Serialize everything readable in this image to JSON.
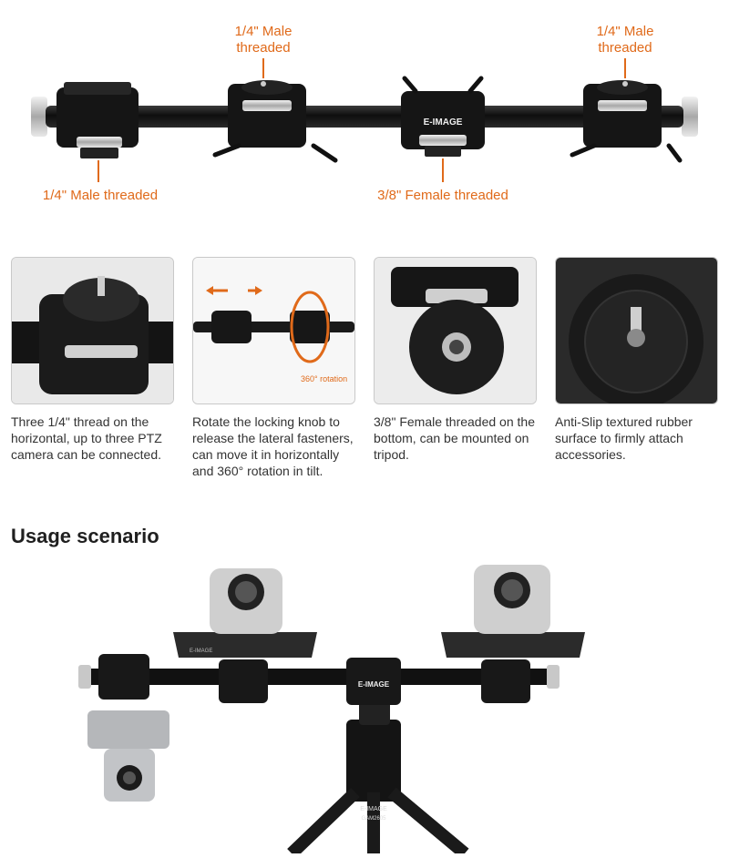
{
  "top_callouts": {
    "male_center_top": "1/4\" Male\nthreaded",
    "male_right_top": "1/4\" Male\nthreaded",
    "male_left_bottom": "1/4\" Male threaded",
    "female_bottom": "3/8\" Female threaded"
  },
  "brand": "E-IMAGE",
  "model": "GAM2605",
  "rotation_label": "360° rotation",
  "features": [
    {
      "text": "Three 1/4\" thread on the horizontal, up to three PTZ camera can be connected."
    },
    {
      "text": "Rotate the locking knob to release the lateral fasteners, can move it in horizontally and 360° rotation in tilt."
    },
    {
      "text": "3/8\" Female threaded on the bottom, can be mounted on tripod."
    },
    {
      "text": "Anti-Slip textured rubber surface to firmly attach accessories."
    }
  ],
  "usage": {
    "title": "Usage scenario"
  },
  "colors": {
    "accent": "#e06a1a",
    "metal": "#1b1b1b",
    "silver": "#c8c8c8"
  }
}
